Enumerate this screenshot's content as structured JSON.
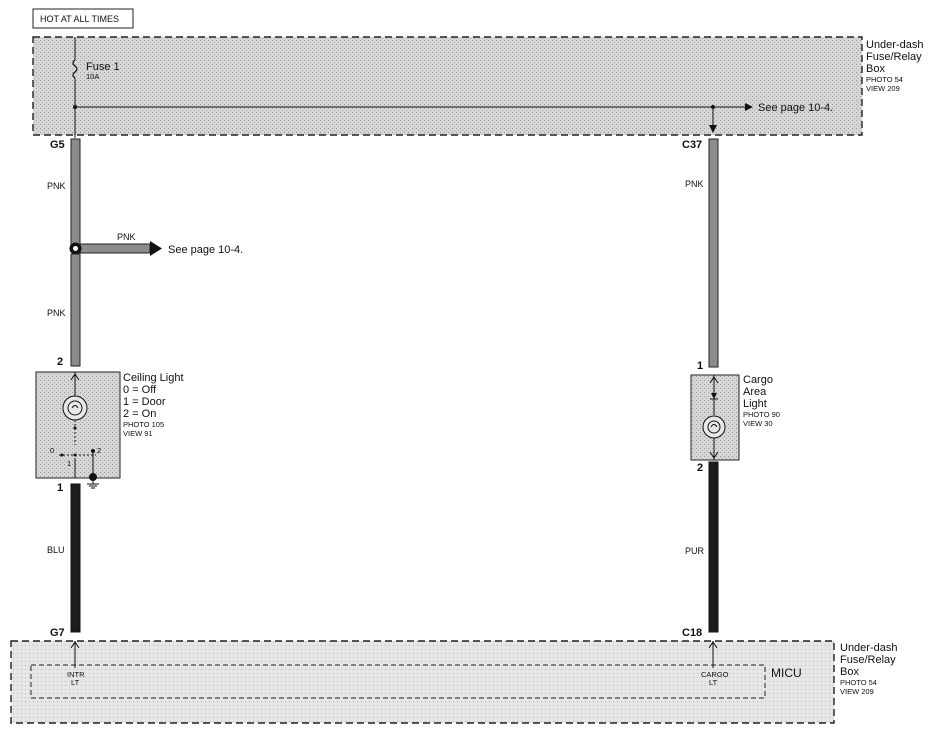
{
  "header": {
    "hot_label": "HOT AT ALL TIMES"
  },
  "fuse_box_top": {
    "fuse_name": "Fuse 1",
    "fuse_rating": "10A",
    "title_lines": [
      "Under-dash",
      "Fuse/Relay",
      "Box"
    ],
    "photo": "PHOTO 54",
    "view": "VIEW 209",
    "see_page": "See page 10-4."
  },
  "connectors": {
    "g5": "G5",
    "c37": "C37",
    "g7": "G7",
    "c18": "C18",
    "ceiling_pin_top": "2",
    "ceiling_pin_bottom": "1",
    "cargo_pin_top": "1",
    "cargo_pin_bottom": "2"
  },
  "wires": {
    "left_upper": "PNK",
    "branch": "PNK",
    "left_mid": "PNK",
    "left_lower": "BLU",
    "right_upper": "PNK",
    "right_lower": "PUR"
  },
  "branch": {
    "see_page": "See page 10-4."
  },
  "ceiling_light": {
    "title": "Ceiling Light",
    "modes": [
      "0 = Off",
      "1 = Door",
      "2 = On"
    ],
    "photo": "PHOTO 105",
    "view": "VIEW 91",
    "switch_positions": [
      "0",
      "1",
      "2"
    ]
  },
  "cargo_light": {
    "title_lines": [
      "Cargo",
      "Area",
      "Light"
    ],
    "photo": "PHOTO 90",
    "view": "VIEW 30"
  },
  "micu_box": {
    "title_lines": [
      "Under-dash",
      "Fuse/Relay",
      "Box"
    ],
    "photo": "PHOTO 54",
    "view": "VIEW 209",
    "micu_label": "MICU",
    "intr_lines": [
      "INTR",
      "LT"
    ],
    "cargo_lines": [
      "CARGO",
      "LT"
    ]
  }
}
